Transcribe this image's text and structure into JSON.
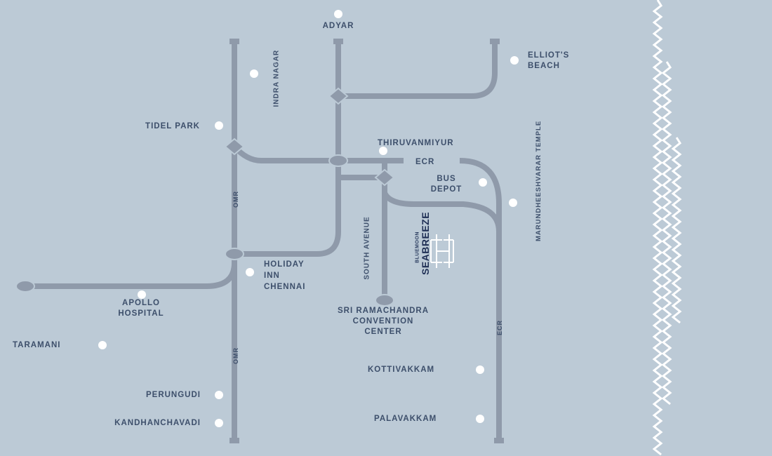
{
  "map": {
    "colors": {
      "background": "#bccad6",
      "road": "#8f9aaa",
      "label": "#3d4f6b",
      "marker": "#ffffff",
      "coast_wave": "#ffffff"
    },
    "places": {
      "adyar": "ADYAR",
      "elliots_beach": "ELLIOT'S\nBEACH",
      "indra_nagar": "INDRA NAGAR",
      "tidel_park": "TIDEL PARK",
      "thiruvanmiyur": "THIRUVANMIYUR",
      "bus_depot": "BUS\nDEPOT",
      "marundheeshvarar_temple": "MARUNDHEESHVARAR\nTEMPLE",
      "holiday_inn_chennai": "HOLIDAY\nINN\nCHENNAI",
      "apollo_hospital": "APOLLO\nHOSPITAL",
      "taramani": "TARAMANI",
      "sri_ramachandra_convention_center": "SRI RAMACHANDRA\nCONVENTION\nCENTER",
      "kottivakkam": "KOTTIVAKKAM",
      "perungudi": "PERUNGUDI",
      "palavakkam": "PALAVAKKAM",
      "kandhanchavadi": "KANDHANCHAVADI"
    },
    "roads": {
      "ecr_top": "ECR",
      "ecr_side": "ECR",
      "omr_upper": "OMR",
      "omr_lower": "OMR",
      "south_avenue": "SOUTH AVENUE"
    },
    "project": {
      "brand_small": "BLUEMOON",
      "brand_big": "SEABREEZE",
      "logo_icon": "building-logo-icon"
    }
  }
}
